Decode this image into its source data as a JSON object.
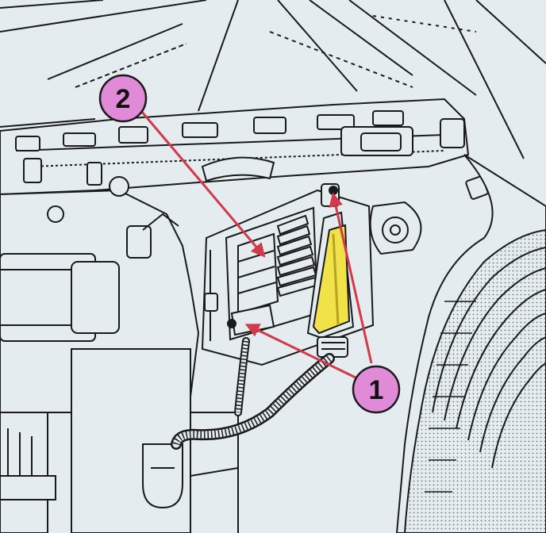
{
  "colors": {
    "background": "#e4ecef",
    "ink": "#1a1a1a",
    "callout_fill": "#e18ad8",
    "arrow": "#d23a4a",
    "highlight": "#f2e24a"
  },
  "callouts": [
    {
      "label": "2",
      "icon": "callout-circle"
    },
    {
      "label": "1",
      "icon": "callout-circle"
    }
  ]
}
